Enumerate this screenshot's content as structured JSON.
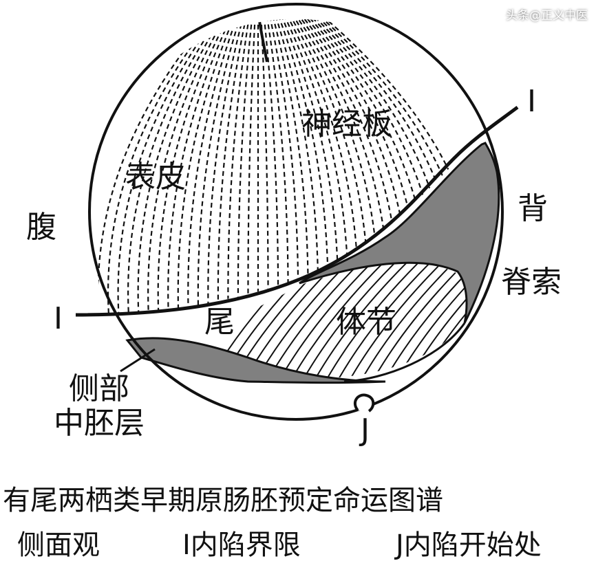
{
  "labels": {
    "neural_plate": "神经板",
    "epidermis": "表皮",
    "ventral": "腹",
    "dorsal": "背",
    "notochord": "脊索",
    "i_left": "I",
    "i_right": "I",
    "tail": "尾",
    "somite": "体节",
    "lateral_1": "侧部",
    "lateral_2": "中胚层",
    "j": "J"
  },
  "caption": {
    "line1": "有尾两栖类早期原肠胚预定命运图谱",
    "line2a": "侧面观",
    "line2b": "I内陷界限",
    "line2c": "J内陷开始处"
  },
  "watermark": "头条@正义中医",
  "colors": {
    "gray": "#808080",
    "line": "#111111"
  }
}
